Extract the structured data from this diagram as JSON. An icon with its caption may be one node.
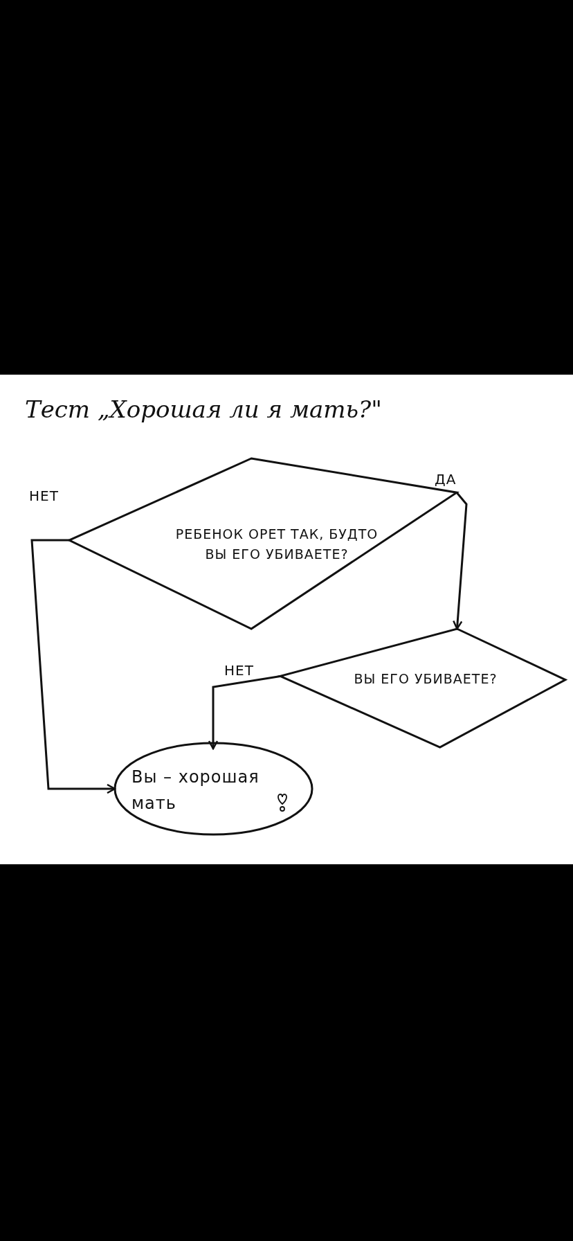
{
  "diagram": {
    "title": "Тест „Хорошая ли я мать?\"",
    "nodes": [
      {
        "text": [
          "РЕБЕНОК ОРЕТ ТАК, БУДТО ВЫ ЕГО УБИВАЕТЕ?"
        ]
      },
      {
        "text": [
          "ВЫ ЕГО УБИВАЕТЕ?"
        ]
      },
      {
        "text": [
          "Вы – хорошая мать"
        ]
      }
    ],
    "edges": [
      {
        "from": 0,
        "to": 2,
        "arrow": "to",
        "label": "НЕТ"
      },
      {
        "from": 0,
        "to": 1,
        "arrow": "to",
        "label": "ДА"
      },
      {
        "from": 1,
        "to": 2,
        "arrow": "to",
        "label": "НЕТ"
      }
    ]
  }
}
